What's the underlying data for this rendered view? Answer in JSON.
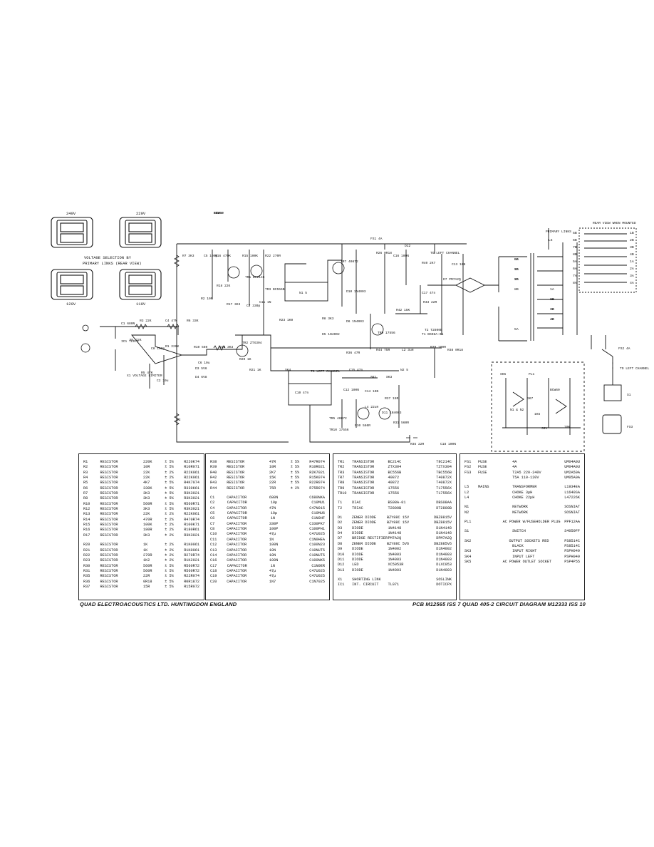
{
  "voltage_panel": {
    "labels": [
      "240V",
      "220V",
      "120V",
      "110V"
    ],
    "caption_line1": "VOLTAGE SELECTION BY",
    "caption_line2": "PRIMARY LINKS (REAR VIEW)"
  },
  "schematic": {
    "component_labels": [
      "R7 3K3",
      "C5 100p",
      "R16 470K",
      "R15 100K",
      "R22 270R",
      "TR1 BC214C",
      "TR3 BC556B",
      "N1 5",
      "TR7 40872",
      "FS1 4A",
      "R26 0R18",
      "D12",
      "C16 100N",
      "R40 2K7",
      "TO LEFT CHANNEL",
      "C13 10N",
      "D7 PM7A2Q",
      "L5",
      "PRIMARY LINKS",
      "REAR VIEW WHEN MOUNTED",
      "R18 22K",
      "R2 10R",
      "R17 3K3",
      "C7 330p",
      "C11 1N",
      "R23 1K0",
      "D10 1N4003",
      "C17 47n",
      "R42 15K",
      "R43 22R",
      "T1 BS08A-01",
      "T2 T2800B",
      "C1 680N",
      "R3 22K",
      "C4 47N",
      "R6 33K",
      "R4 22K",
      "C8 100p",
      "IC1 TL071",
      "R1 220K",
      "R10 560",
      "R13 3K3",
      "TR2 ZTX304",
      "R20 1K",
      "R21 1K",
      "C6 10u",
      "D3 5V6",
      "D4 6V8",
      "X1 VOLTAGE LIMITER",
      "R5 47K",
      "C2 10u",
      "D2",
      "R8 3K3",
      "D5 1N4002",
      "D6 1N4003",
      "TR9 17556",
      "R36 47R",
      "R44 75R",
      "L2 3uH",
      "R39 100R",
      "SK3",
      "SK1",
      "SK4",
      "TO LEFT CHANNEL",
      "C10 47n",
      "C15 47n",
      "N2 5",
      "R38 0R18",
      "C12 100N",
      "C14 10N",
      "R37 15R",
      "L4 22uH",
      "D11 1N4003",
      "TR5 40872",
      "TR10 17556",
      "R30 560R",
      "R31 560R",
      "R35 22R",
      "C18 100N",
      "FS2 4A",
      "TO LEFT CHANNEL",
      "S1",
      "FS3",
      "SK5",
      "PL1",
      "N1 & N2",
      "2K7",
      "BCW60",
      "1K5",
      "39V",
      "10K",
      "BCW60",
      "3K3",
      "BCW60"
    ],
    "transformer_taps": [
      "5B",
      "6B",
      "7B",
      "8B",
      "2B",
      "3B",
      "4B",
      "5A",
      "6A",
      "7A",
      "8A",
      "1A",
      "2A",
      "3A",
      "4A"
    ],
    "link_block_left": [
      "5B",
      "6B",
      "7B",
      "8B",
      "5A",
      "6A",
      "7A",
      "8A"
    ],
    "link_block_right": [
      "1B",
      "2B",
      "3B",
      "4B",
      "1A",
      "2A",
      "3A",
      "4A"
    ]
  },
  "parts_list": {
    "resistors": [
      [
        "R1",
        "RESISTOR",
        "220K",
        "± 5%",
        "R220K74"
      ],
      [
        "R2",
        "RESISTOR",
        "10R",
        "± 5%",
        "R10R071"
      ],
      [
        "R3",
        "RESISTOR",
        "22K",
        "± 2%",
        "R22K061"
      ],
      [
        "R4",
        "RESISTOR",
        "22K",
        "± 2%",
        "R22K061"
      ],
      [
        "R5",
        "RESISTOR",
        "4K7",
        "± 5%",
        "R4K7074"
      ],
      [
        "R6",
        "RESISTOR",
        "330K",
        "± 5%",
        "R330K61"
      ],
      [
        "R7",
        "RESISTOR",
        "3K3",
        "± 5%",
        "R3K3021"
      ],
      [
        "R8",
        "RESISTOR",
        "3K3",
        "± 5%",
        "R3K3021"
      ],
      [
        "R10",
        "RESISTOR",
        "560R",
        "± 5%",
        "R560R71"
      ],
      [
        "R12",
        "RESISTOR",
        "3K3",
        "± 5%",
        "R3K3021"
      ],
      [
        "R13",
        "RESISTOR",
        "22K",
        "± 2%",
        "R22K061"
      ],
      [
        "R14",
        "RESISTOR",
        "470R",
        "± 2%",
        "R470R74"
      ],
      [
        "R15",
        "RESISTOR",
        "100K",
        "± 2%",
        "R100K71"
      ],
      [
        "R16",
        "RESISTOR",
        "180R",
        "± 2%",
        "R180R61"
      ],
      [
        "R17",
        "RESISTOR",
        "3K3",
        "± 2%",
        "R3K3021"
      ],
      [
        "R20",
        "RESISTOR",
        "1K",
        "± 2%",
        "R1K0061"
      ],
      [
        "R21",
        "RESISTOR",
        "1K",
        "± 2%",
        "R1K0061"
      ],
      [
        "R22",
        "RESISTOR",
        "270R",
        "± 2%",
        "R270R74"
      ],
      [
        "R23",
        "RESISTOR",
        "1K2",
        "± 2%",
        "R1K2021"
      ],
      [
        "R30",
        "RESISTOR",
        "560R",
        "± 5%",
        "R560R72"
      ],
      [
        "R31",
        "RESISTOR",
        "560R",
        "± 5%",
        "R560R72"
      ],
      [
        "R35",
        "RESISTOR",
        "22R",
        "± 5%",
        "R22R074"
      ],
      [
        "R36",
        "RESISTOR",
        "0R18",
        "± 5%",
        "R0R1872"
      ],
      [
        "R37",
        "RESISTOR",
        "15R",
        "± 5%",
        "R15R072"
      ]
    ],
    "resistors2": [
      [
        "R38",
        "RESISTOR",
        "47R",
        "± 5%",
        "R47R074"
      ],
      [
        "R39",
        "RESISTOR",
        "10R",
        "± 5%",
        "R10R021"
      ],
      [
        "R40",
        "RESISTOR",
        "2K7",
        "± 5%",
        "R2K7021"
      ],
      [
        "R42",
        "RESISTOR",
        "15K",
        "± 5%",
        "R15K074"
      ],
      [
        "R43",
        "RESISTOR",
        "22R",
        "± 5%",
        "R22R074"
      ],
      [
        "R44",
        "RESISTOR",
        "75R",
        "± 2%",
        "R75R074"
      ]
    ],
    "capacitors": [
      [
        "C1",
        "CAPACITOR",
        "680N",
        "",
        "C680NKA"
      ],
      [
        "C2",
        "CAPACITOR",
        "10µ",
        "",
        "C10MU1"
      ],
      [
        "C4",
        "CAPACITOR",
        "47N",
        "",
        "C47N015"
      ],
      [
        "C5",
        "CAPACITOR",
        "10µ",
        "",
        "C10MU6"
      ],
      [
        "C6",
        "CAPACITOR",
        "1N",
        "",
        "C1N0HF"
      ],
      [
        "C7",
        "CAPACITOR",
        "330P",
        "",
        "C330PK7"
      ],
      [
        "C8",
        "CAPACITOR",
        "100P",
        "",
        "C100PH1"
      ],
      [
        "C10",
        "CAPACITOR",
        "47µ",
        "",
        "C47U025"
      ],
      [
        "C11",
        "CAPACITOR",
        "1N",
        "",
        "C1N0HEA"
      ],
      [
        "C12",
        "CAPACITOR",
        "100N",
        "",
        "C100N23"
      ],
      [
        "C13",
        "CAPACITOR",
        "10N",
        "",
        "C10NUT5"
      ],
      [
        "C14",
        "CAPACITOR",
        "10N",
        "",
        "C10NUT5"
      ],
      [
        "C16",
        "CAPACITOR",
        "100N",
        "",
        "C100NK5"
      ],
      [
        "C17",
        "CAPACITOR",
        "1N",
        "",
        "C1N0ER"
      ],
      [
        "C18",
        "CAPACITOR",
        "47µ",
        "",
        "C47U025"
      ],
      [
        "C19",
        "CAPACITOR",
        "47µ",
        "",
        "C47U025"
      ],
      [
        "C20",
        "CAPACITOR",
        "1N7",
        "",
        "C1N7025"
      ]
    ],
    "semis": [
      [
        "TR1",
        "TRANSISTOR",
        "BC214C",
        "",
        "T8C214C"
      ],
      [
        "TR2",
        "TRANSISTOR",
        "ZTX304",
        "",
        "TZTX304"
      ],
      [
        "TR3",
        "TRANSISTOR",
        "BC556B",
        "",
        "TBC556B"
      ],
      [
        "TR7",
        "TRANSISTOR",
        "40872",
        "",
        "T40872X"
      ],
      [
        "TR8",
        "TRANSISTOR",
        "40872",
        "",
        "T40872X"
      ],
      [
        "TR9",
        "TRANSISTOR",
        "17556",
        "",
        "T17556X"
      ],
      [
        "TR10",
        "TRANSISTOR",
        "17556",
        "",
        "T17556X"
      ],
      [
        "T1",
        "DIAC",
        "BS08A-01",
        "",
        "DBS08AA"
      ],
      [
        "T2",
        "TRIAC",
        "T2800B",
        "",
        "DT2800B"
      ],
      [
        "D1",
        "ZENER DIODE",
        "BZY88C 15V",
        "",
        "DBZ8815V"
      ],
      [
        "D2",
        "ZENER DIODE",
        "BZY88C 15V",
        "",
        "DBZ8815V"
      ],
      [
        "D3",
        "DIODE",
        "1N4148",
        "",
        "D1N4148"
      ],
      [
        "D4",
        "DIODE",
        "1N4148",
        "",
        "D1N4148"
      ],
      [
        "D7",
        "BRIDGE RECTIFIER",
        "PM7A2Q",
        "",
        "DPM7A2Q"
      ],
      [
        "D8",
        "ZENER DIODE",
        "BZY88C 5V6",
        "",
        "DBZ885V6"
      ],
      [
        "D9",
        "DIODE",
        "1N4002",
        "",
        "D1N4002"
      ],
      [
        "D10",
        "DIODE",
        "1N4003",
        "",
        "D1N4003"
      ],
      [
        "D11",
        "DIODE",
        "1N4003",
        "",
        "D1N4003"
      ],
      [
        "D12",
        "LED",
        "XC5053R",
        "",
        "DLXC053"
      ],
      [
        "D13",
        "DIODE",
        "1N4003",
        "",
        "D1N4003"
      ],
      [
        "X1",
        "SHORTING LINK",
        "",
        "",
        "SOSLINK"
      ],
      [
        "IC1",
        "INT. CIRCUIT",
        "TL071",
        "",
        "DOTICPX"
      ]
    ],
    "misc": [
      [
        "FS1",
        "FUSE",
        "4A",
        "",
        "UM04A0U"
      ],
      [
        "FS2",
        "FUSE",
        "4A",
        "",
        "UM04A0U"
      ],
      [
        "FS3",
        "FUSE",
        "T2A5 220-240V",
        "",
        "UM2A50A"
      ],
      [
        "",
        "",
        "T5A 110-120V",
        "",
        "UM05A0A"
      ],
      [
        "L5",
        "MAINS",
        "TRANSFORMER",
        "",
        "L1934EA"
      ],
      [
        "L2",
        "",
        "CHOKE 3µH",
        "",
        "L1640SA"
      ],
      [
        "L4",
        "",
        "CHOKE 22µH",
        "",
        "L47226K"
      ],
      [
        "N1",
        "",
        "NETWORK",
        "",
        "SOSNIAT"
      ],
      [
        "N2",
        "",
        "NETWORK",
        "",
        "SOSNIAT"
      ],
      [
        "PL1",
        "",
        "AC POWER W/FUSEHOLDER PLUG",
        "",
        "PPF12AA"
      ],
      [
        "S1",
        "",
        "SWITCH",
        "",
        "S4050FF"
      ],
      [
        "SK2",
        "",
        "OUTPUT SOCKETS RED",
        "",
        "PS8514C"
      ],
      [
        "",
        "",
        "BLACK",
        "",
        "PS8514C"
      ],
      [
        "SK3",
        "",
        "INPUT RIGHT",
        "",
        "PSPH049"
      ],
      [
        "SK4",
        "",
        "INPUT LEFT",
        "",
        "PSPH049"
      ],
      [
        "SK5",
        "",
        "AC POWER OUTLET SOCKET",
        "",
        "PSP4P55"
      ]
    ]
  },
  "footer": {
    "left": "QUAD ELECTROACOUSTICS LTD. HUNTINGDON ENGLAND",
    "right": "PCB M12565 ISS 7 QUAD 405-2 CIRCUIT DIAGRAM M12333 ISS 10"
  }
}
